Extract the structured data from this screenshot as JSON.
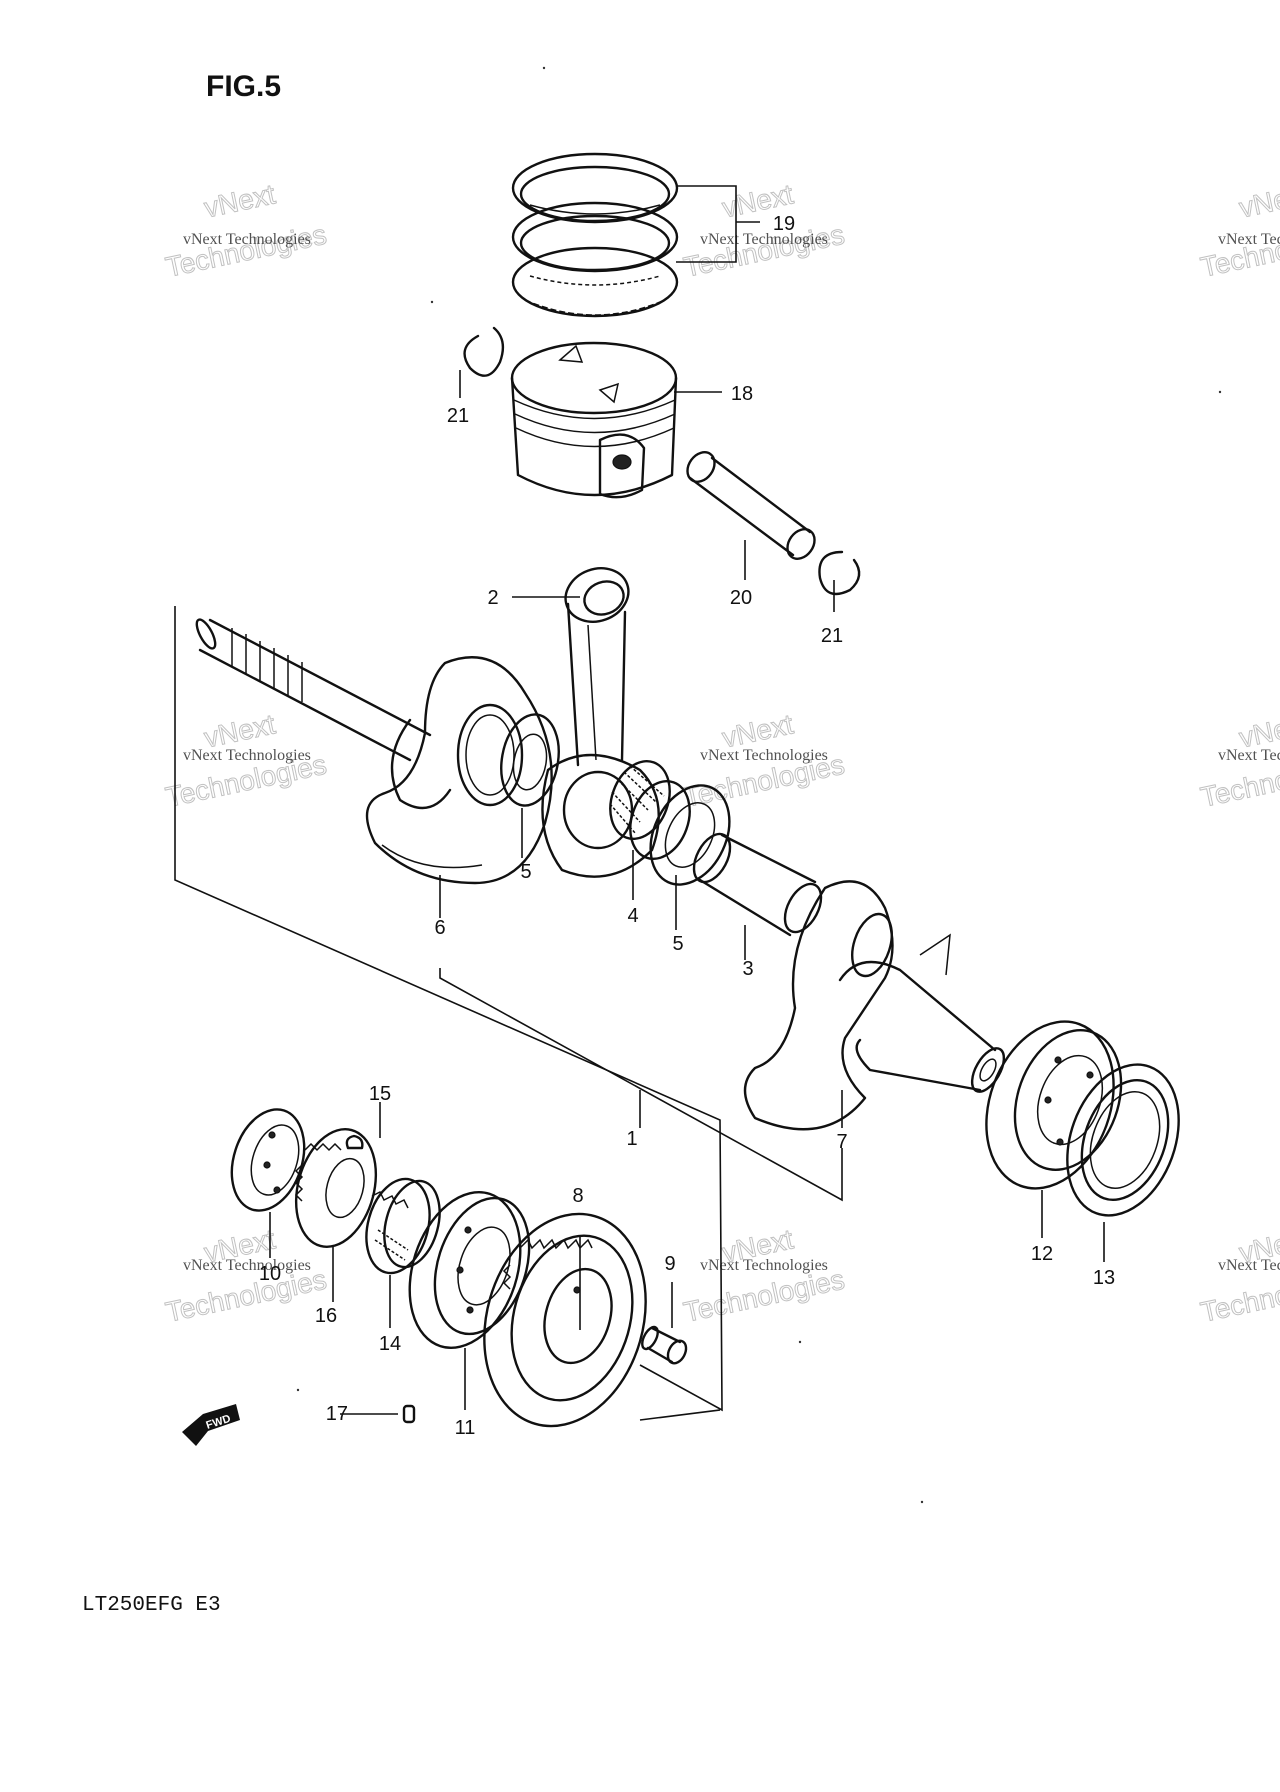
{
  "figure": {
    "title": "FIG.5",
    "model": "LT250EFG  E3",
    "fwd_label": "FWD"
  },
  "watermark": {
    "line1": "vNext Technologies",
    "line2": "vNext",
    "line3": "Technologies"
  },
  "callouts": [
    "1",
    "2",
    "3",
    "4",
    "5",
    "5",
    "6",
    "7",
    "8",
    "9",
    "10",
    "11",
    "12",
    "13",
    "14",
    "15",
    "16",
    "17",
    "18",
    "19",
    "20",
    "21",
    "21"
  ]
}
